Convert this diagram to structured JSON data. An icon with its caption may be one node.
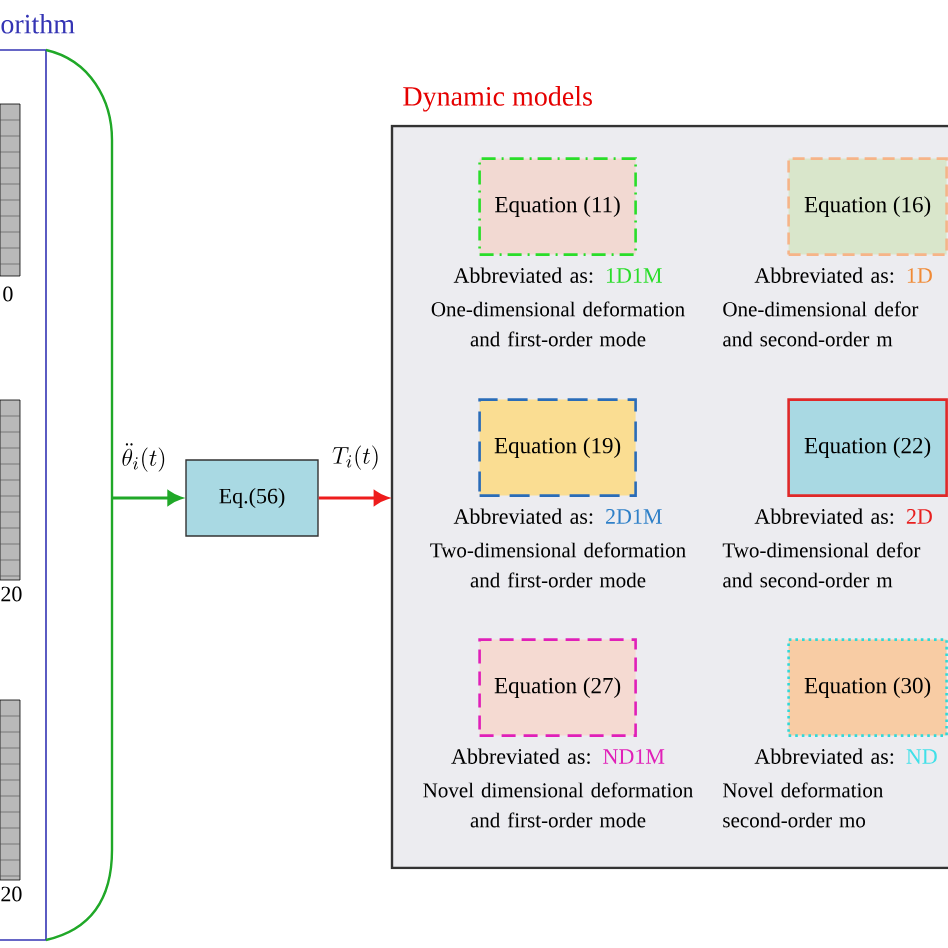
{
  "diagram": {
    "nodes": [
      {
        "text": [
          "orithm"
        ]
      },
      {
        "text": [
          "Eq.(56)"
        ]
      },
      {
        "text": [
          "Dynamic models"
        ]
      },
      {
        "text": [
          "Equation (11)"
        ],
        "in": 2,
        "beside": [
          "Abbreviated as:",
          "1D1M",
          "One-dimensional deformation and first-order mode"
        ]
      },
      {
        "text": [
          "Equation (16)"
        ],
        "in": 2,
        "beside": [
          "Abbreviated as:",
          "1D",
          "One-dimensional defor and second-order m"
        ]
      },
      {
        "text": [
          "Equation (19)"
        ],
        "in": 2,
        "beside": [
          "Abbreviated as:",
          "2D1M",
          "Two-dimensional deformation and first-order mode"
        ]
      },
      {
        "text": [
          "Equation (22)"
        ],
        "in": 2,
        "beside": [
          "Abbreviated as:",
          "2D",
          "Two-dimensional defor and second-order m"
        ]
      },
      {
        "text": [
          "Equation (27)"
        ],
        "in": 2,
        "beside": [
          "Abbreviated as:",
          "ND1M",
          "Novel dimensional deformation and first-order mode"
        ]
      },
      {
        "text": [
          "Equation (30)"
        ],
        "in": 2,
        "beside": [
          "Abbreviated as:",
          "ND",
          "Novel deformation second-order mo"
        ]
      }
    ],
    "edges": [
      {
        "from": 0,
        "to": 1,
        "arrow": "to",
        "label": "\\ddot{\\theta}_i(t)",
        "color": "#20a828"
      },
      {
        "from": 1,
        "to": 2,
        "arrow": "to",
        "label": "T_i(t)",
        "color": "#ee1c1c"
      }
    ],
    "labels": [
      "0",
      "20",
      "20"
    ]
  }
}
